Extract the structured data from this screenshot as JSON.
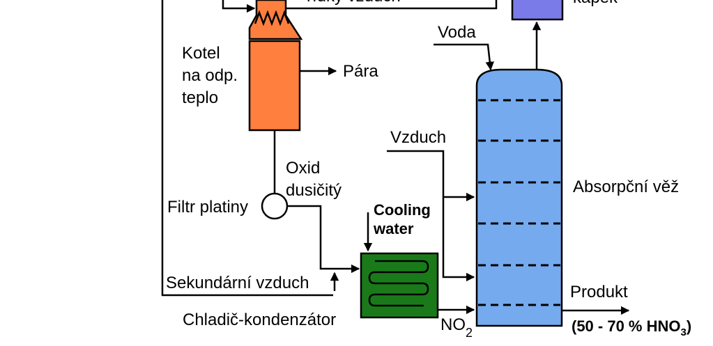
{
  "labels": {
    "top_air": "řídký vzduch",
    "droplet": "kapek",
    "voda": "Voda",
    "kotel_1": "Kotel",
    "kotel_2": "na odp.",
    "kotel_3": "teplo",
    "para": "Pára",
    "vzduch": "Vzduch",
    "oxid_1": "Oxid",
    "oxid_2": "dusičitý",
    "absorpcni_vez": "Absorpční věž",
    "filtr": "Filtr platiny",
    "cooling_1": "Cooling",
    "cooling_2": "water",
    "sekundarni": "Sekundární vzduch",
    "produkt": "Produkt",
    "chladic": "Chladič-kondenzátor",
    "no2": "NO",
    "no2_sub": "2",
    "hno3_pre": "(50 - 70 % HNO",
    "hno3_sub": "3",
    "hno3_post": ")"
  },
  "colors": {
    "boiler": "#ff7f3f",
    "tower": "#75aaee",
    "condenser": "#1a7a1a",
    "separator": "#7a7ae8"
  }
}
